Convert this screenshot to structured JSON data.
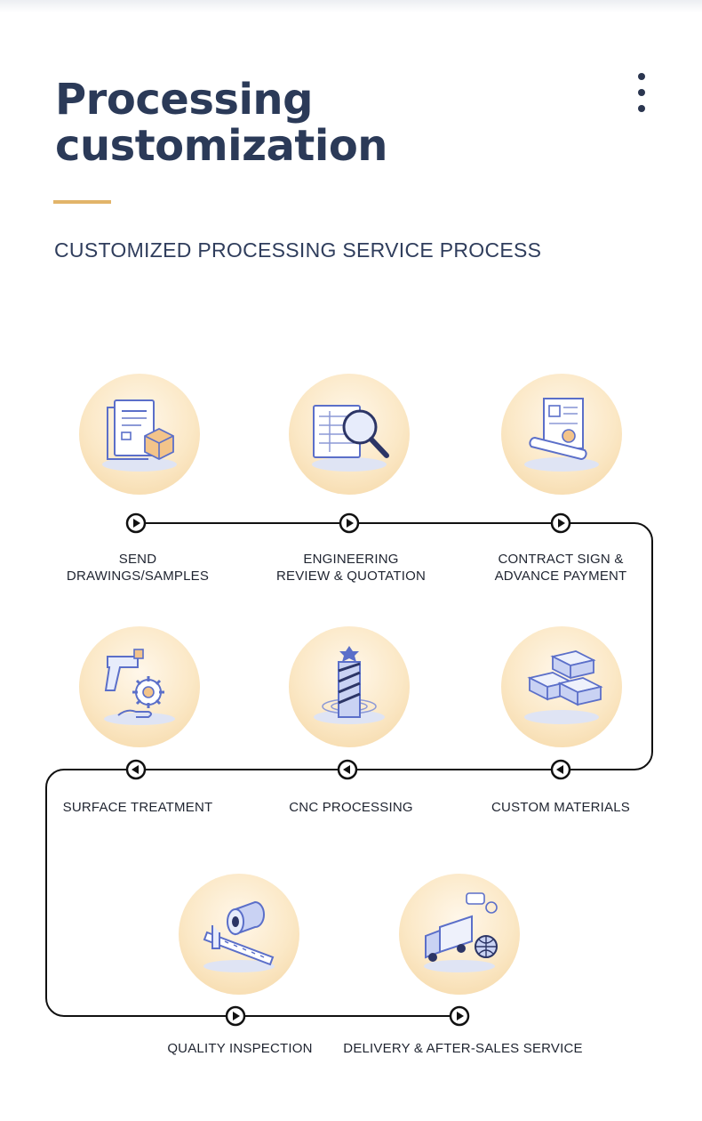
{
  "page": {
    "title_line1": "Processing",
    "title_line2": "customization",
    "subtitle": "CUSTOMIZED PROCESSING SERVICE PROCESS"
  },
  "colors": {
    "title": "#2b3a58",
    "accent": "#e2b46a",
    "circle_light": "#fff7ea",
    "circle_dark": "#f4d5a2",
    "icon_blue": "#5b6fc9",
    "line": "#111111"
  },
  "steps": [
    {
      "icon": "document-box-icon",
      "line1": "SEND",
      "line2": "DRAWINGS/SAMPLES",
      "direction": "right"
    },
    {
      "icon": "magnifier-blueprint-icon",
      "line1": "ENGINEERING",
      "line2": "REVIEW & QUOTATION",
      "direction": "right"
    },
    {
      "icon": "contract-scroll-icon",
      "line1": "CONTRACT SIGN &",
      "line2": "ADVANCE PAYMENT",
      "direction": "right"
    },
    {
      "icon": "spray-gun-gear-icon",
      "line1": "SURFACE TREATMENT",
      "line2": "",
      "direction": "left"
    },
    {
      "icon": "end-mill-icon",
      "line1": "CNC PROCESSING",
      "line2": "",
      "direction": "left"
    },
    {
      "icon": "steel-ingot-icon",
      "line1": "CUSTOM MATERIALS",
      "line2": "",
      "direction": "left"
    },
    {
      "icon": "caliper-icon",
      "line1": "QUALITY INSPECTION",
      "line2": "",
      "direction": "right"
    },
    {
      "icon": "delivery-truck-icon",
      "line1": "DELIVERY & AFTER-SALES SERVICE",
      "line2": "",
      "direction": "right"
    }
  ]
}
